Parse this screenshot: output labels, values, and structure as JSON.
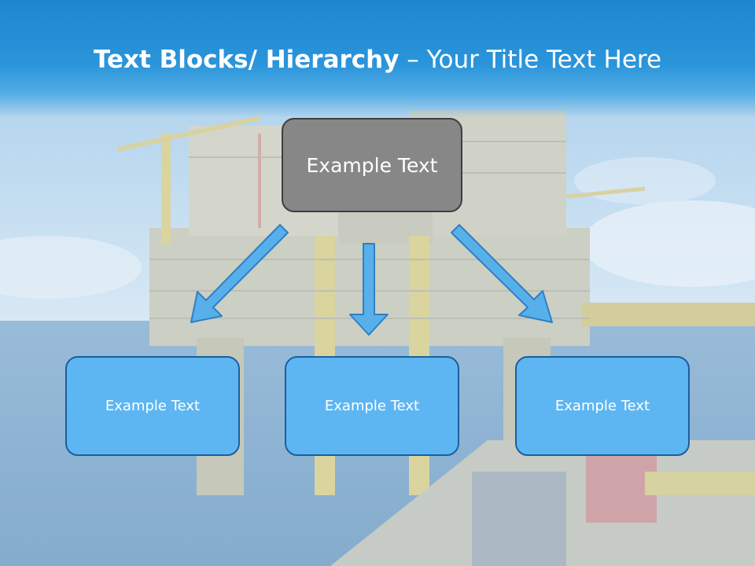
{
  "slide": {
    "title_bold": "Text Blocks/ Hierarchy",
    "title_separator": " – ",
    "title_rest": "Your Title Text Here"
  },
  "hierarchy": {
    "top": {
      "label": "Example Text"
    },
    "children": [
      {
        "label": "Example Text"
      },
      {
        "label": "Example Text"
      },
      {
        "label": "Example Text"
      }
    ]
  },
  "colors": {
    "banner": "#1d86cf",
    "top_box_fill": "#878787",
    "child_box_fill": "#5db6f1",
    "arrow_fill": "#58b0ea"
  }
}
